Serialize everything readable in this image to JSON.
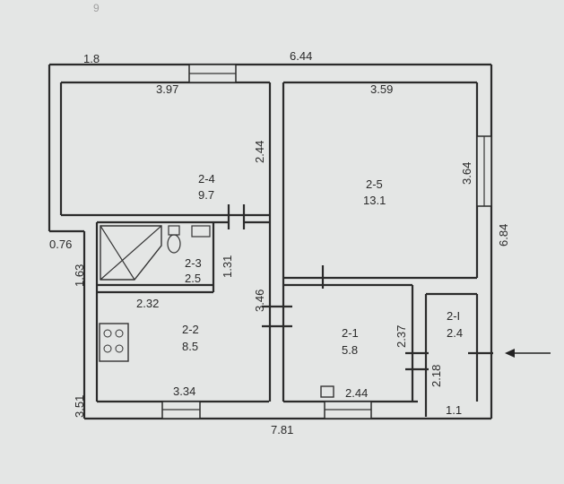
{
  "page_number": "9",
  "rooms": [
    {
      "id": "2-4",
      "area": "9.7"
    },
    {
      "id": "2-5",
      "area": "13.1"
    },
    {
      "id": "2-3",
      "area": "2.5"
    },
    {
      "id": "2-2",
      "area": "8.5"
    },
    {
      "id": "2-1",
      "area": "5.8"
    },
    {
      "id": "2-I",
      "area": "2.4"
    }
  ],
  "dimensions": {
    "d_1_8": "1.8",
    "d_6_44": "6.44",
    "d_3_97": "3.97",
    "d_3_59": "3.59",
    "d_2_44_top": "2.44",
    "d_3_64": "3.64",
    "d_6_84": "6.84",
    "d_0_76": "0.76",
    "d_1_63": "1.63",
    "d_1_31": "1.31",
    "d_2_32": "2.32",
    "d_3_46": "3.46",
    "d_2_37": "2.37",
    "d_2_18": "2.18",
    "d_3_34": "3.34",
    "d_2_44_bottom": "2.44",
    "d_1_1": "1.1",
    "d_3_51": "3.51",
    "d_7_81": "7.81"
  }
}
